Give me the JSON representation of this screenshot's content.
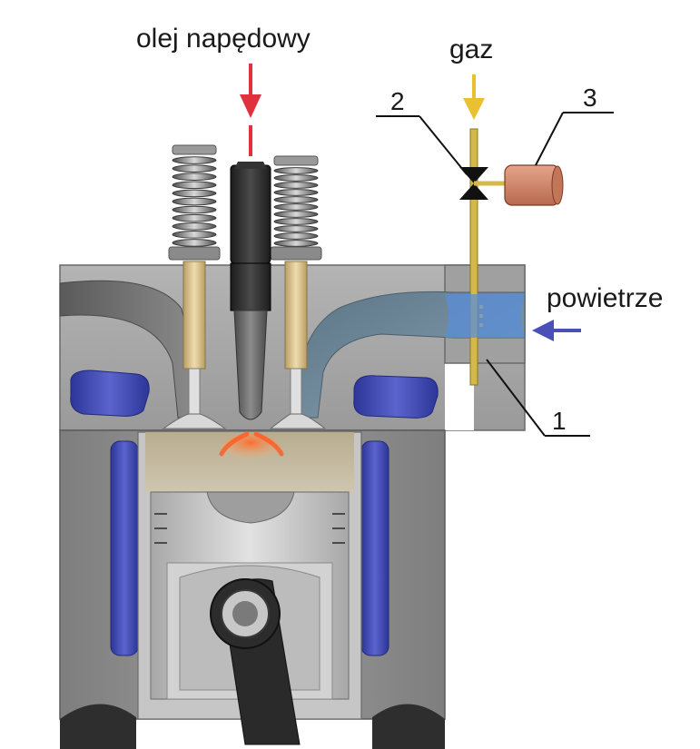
{
  "labels": {
    "diesel": "olej napędowy",
    "gas": "gaz",
    "air": "powietrze",
    "mixer": "1",
    "valve": "2",
    "controller": "3"
  },
  "colors": {
    "diesel_arrow": "#e0323c",
    "gas_arrow": "#e8c030",
    "air_arrow": "#4a50b8",
    "cylinder_head": "#a4a4a4",
    "cylinder_block": "#8e8e8e",
    "cooling_jacket": "#3c48b4",
    "intake_port": "#6f8a9c",
    "valve_guide": "#d8c08a",
    "injector": "#2a2a2a",
    "gas_pipe": "#d4b94a",
    "controller_box": "#d4866a"
  },
  "icons": {
    "gas_valve": "bowtie-valve-icon",
    "diesel_arrow": "arrow-down-icon",
    "gas_arrow": "arrow-down-icon",
    "air_arrow": "arrow-left-icon"
  }
}
